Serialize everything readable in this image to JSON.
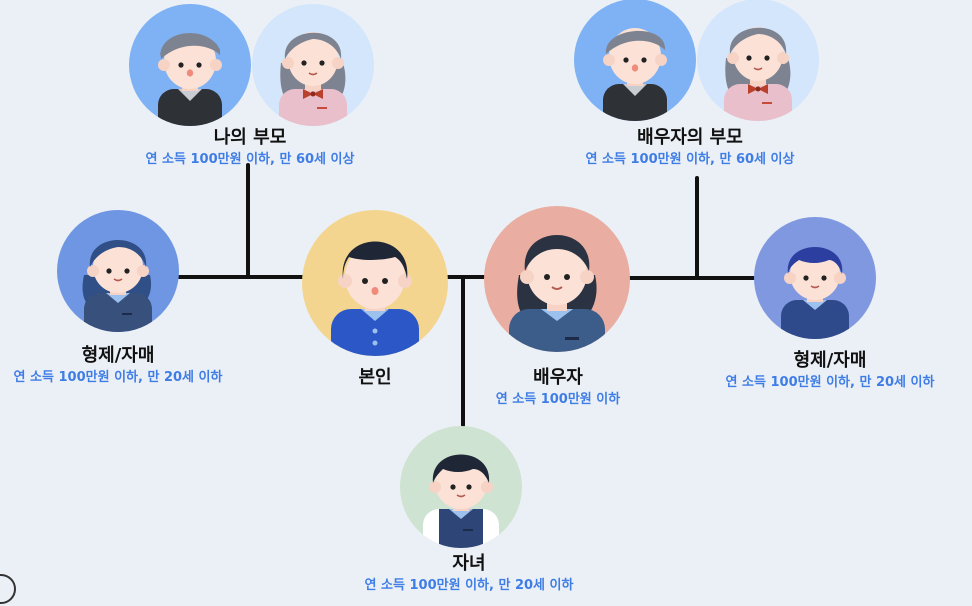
{
  "people": {
    "parents": {
      "name": "나의 부모",
      "condition": "연 소득 100만원 이하, 만 60세 이상"
    },
    "spouse_parents": {
      "name": "배우자의 부모",
      "condition": "연 소득 100만원 이하, 만 60세 이상"
    },
    "siblings": {
      "name": "형제/자매",
      "condition": "연 소득 100만원 이하, 만 20세 이하"
    },
    "self": {
      "name": "본인"
    },
    "spouse": {
      "name": "배우자",
      "condition": "연 소득 100만원 이하"
    },
    "spouse_siblings": {
      "name": "형제/자매",
      "condition": "연 소득 100만원 이하, 만 20세 이하"
    },
    "child": {
      "name": "자녀",
      "condition": "연 소득 100만원 이하, 만 20세 이하"
    }
  },
  "colors": {
    "background": "#ebf0f6",
    "condition_text": "#3f7de6",
    "name_text": "#111111",
    "line": "#111111"
  }
}
